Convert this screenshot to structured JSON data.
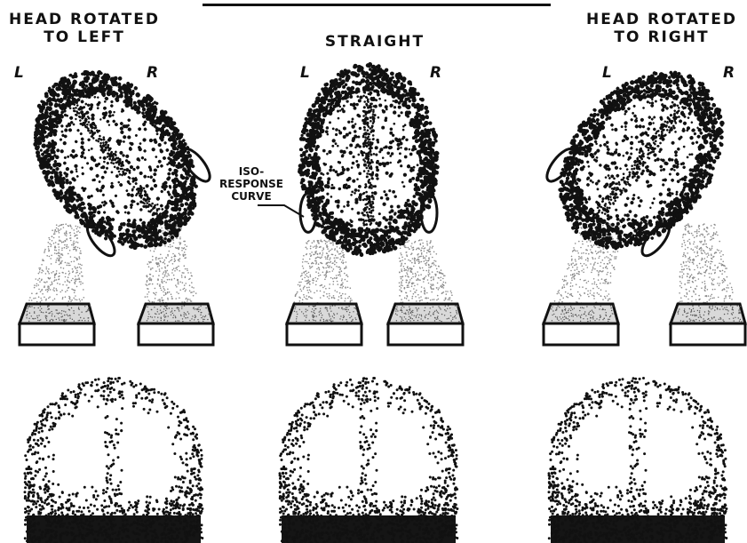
{
  "panels": [
    {
      "title_line1": "HEAD ROTATED",
      "title_line2": "TO LEFT",
      "left_label": "L",
      "right_label": "R",
      "rotation": "left"
    },
    {
      "title_line1": "STRAIGHT",
      "title_line2": "",
      "left_label": "L",
      "right_label": "R",
      "rotation": "none"
    },
    {
      "title_line1": "HEAD ROTATED",
      "title_line2": "TO RIGHT",
      "left_label": "L",
      "right_label": "R",
      "rotation": "right"
    }
  ],
  "annotation": {
    "line1": "ISO-",
    "line2": "RESPONSE",
    "line3": "CURVE"
  },
  "colors": {
    "ink": "#111111",
    "paper": "#ffffff",
    "beam": "#8a8a8a"
  }
}
